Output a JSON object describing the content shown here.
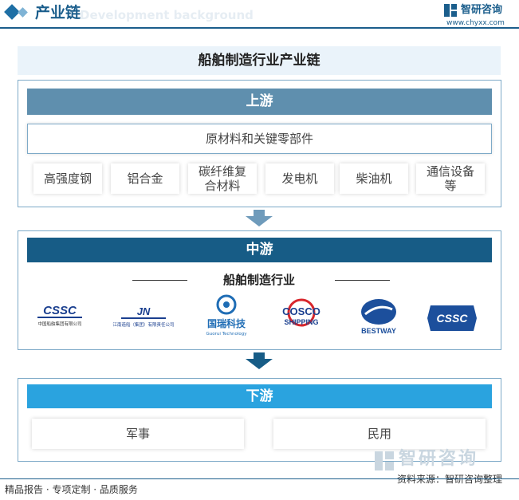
{
  "header": {
    "title": "产业链",
    "ghost_text": "Development background",
    "brand_name": "智研咨询",
    "brand_url": "www.chyxx.com"
  },
  "diagram_title": "船舶制造行业产业链",
  "upstream": {
    "label": "上游",
    "subtitle": "原材料和关键零部件",
    "items": [
      "高强度钢",
      "铝合金",
      "碳纤维复合材料",
      "发电机",
      "柴油机",
      "通信设备等"
    ]
  },
  "midstream": {
    "label": "中游",
    "subtitle": "船舶制造行业",
    "logos": [
      {
        "name": "cssc-group-logo",
        "text": "CSSC",
        "caption": "中国船舶集团有限公司"
      },
      {
        "name": "jiangnan-shipyard-logo",
        "text": "JN",
        "caption": "江南造船（集团）有限责任公司"
      },
      {
        "name": "guorui-technology-logo",
        "text": "国瑞科技",
        "caption": "Guorui Technology"
      },
      {
        "name": "cosco-shipping-logo",
        "text": "COSCO",
        "caption": "SHIPPING"
      },
      {
        "name": "bestway-logo",
        "text": "BESTWAY",
        "caption": ""
      },
      {
        "name": "cssc-logo",
        "text": "CSSC",
        "caption": ""
      }
    ]
  },
  "downstream": {
    "label": "下游",
    "items": [
      "军事",
      "民用"
    ]
  },
  "footer": {
    "left": "精品报告 · 专项定制 · 品质服务",
    "right": "资料来源：智研咨询整理",
    "watermark": "智研咨询"
  },
  "colors": {
    "upstream_band": "#5f8fae",
    "midstream_band": "#175c86",
    "downstream_band": "#2aa3df",
    "accent": "#1b5e8c"
  }
}
